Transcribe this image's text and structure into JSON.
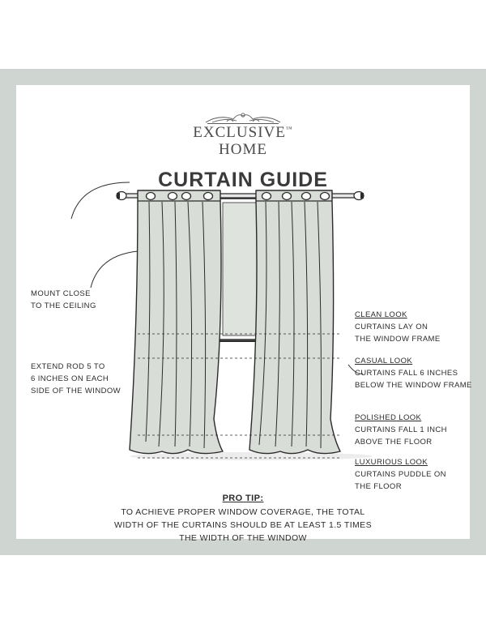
{
  "colors": {
    "frame": "#cfd6d1",
    "curtain_fill": "#d9ddd8",
    "line": "#2b2b2b"
  },
  "brand": {
    "line1": "EXCLUSIVE",
    "trademark": "™",
    "line2": "HOME",
    "ornament": "decorative-crown-ornament"
  },
  "title": "CURTAIN GUIDE",
  "left_notes": {
    "mount": [
      "MOUNT CLOSE",
      "TO THE CEILING"
    ],
    "extend": [
      "EXTEND ROD 5 TO",
      "6 INCHES ON EACH",
      "SIDE OF THE WINDOW"
    ]
  },
  "looks": [
    {
      "name": "CLEAN LOOK",
      "lines": [
        "CURTAINS LAY ON",
        "THE WINDOW FRAME"
      ]
    },
    {
      "name": "CASUAL LOOK",
      "lines": [
        "CURTAINS FALL 6 INCHES",
        "BELOW THE WINDOW FRAME"
      ]
    },
    {
      "name": "POLISHED LOOK",
      "lines": [
        "CURTAINS FALL 1 INCH",
        "ABOVE THE FLOOR"
      ]
    },
    {
      "name": "LUXURIOUS LOOK",
      "lines": [
        "CURTAINS PUDDLE ON",
        "THE FLOOR"
      ]
    }
  ],
  "pro_tip": {
    "heading": "PRO TIP:",
    "lines": [
      "TO ACHIEVE PROPER WINDOW COVERAGE, THE TOTAL",
      "WIDTH OF THE CURTAINS SHOULD BE AT LEAST 1.5 TIMES",
      "THE WIDTH OF THE WINDOW"
    ]
  }
}
